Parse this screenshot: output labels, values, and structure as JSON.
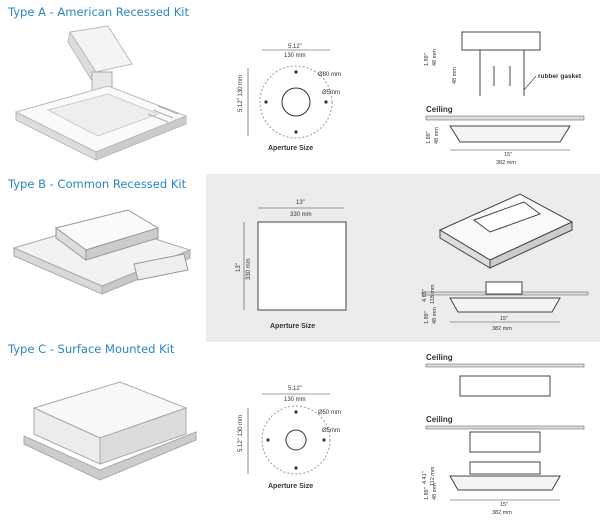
{
  "sections": [
    {
      "title": "Type A - American Recessed Kit",
      "aperture": {
        "dim_in": "5.12\"",
        "dim_mm": "130 mm",
        "hole_label": "Ø80 mm",
        "small_hole_label": "Ø5mm",
        "side_in": "5.12\"",
        "side_mm": "130 mm",
        "caption": "Aperture Size"
      },
      "elevation": {
        "top_h_in": "1.89\"",
        "top_h_mm": "48 mm",
        "top_h2_mm": "48 mm",
        "gasket": "rubber gasket",
        "ceiling": "Ceiling",
        "lamp_h_in": "1.89\"",
        "lamp_h_mm": "48 mm",
        "width_in": "15\"",
        "width_mm": "382 mm"
      }
    },
    {
      "title": "Type B - Common Recessed Kit",
      "aperture": {
        "dim_in": "13\"",
        "dim_mm": "330 mm",
        "side_in": "13\"",
        "side_mm": "330 mm",
        "caption": "Aperture Size"
      },
      "elevation": {
        "h1_in": "4.65\"",
        "h1_mm": "118 mm",
        "h2_in": "1.89\"",
        "h2_mm": "48 mm",
        "width_in": "15\"",
        "width_mm": "382 mm"
      }
    },
    {
      "title": "Type C - Surface Mounted Kit",
      "aperture": {
        "dim_in": "5.12\"",
        "dim_mm": "130 mm",
        "hole_label": "Ø50 mm",
        "small_hole_label": "Ø5mm",
        "side_in": "5.12\"",
        "side_mm": "130 mm",
        "caption": "Aperture Size"
      },
      "elevation": {
        "ceiling_top": "Ceiling",
        "ceiling_bottom": "Ceiling",
        "h1_in": "4.41\"",
        "h1_mm": "112 mm",
        "h2_in": "1.89\"",
        "h2_mm": "48 mm",
        "width_in": "15\"",
        "width_mm": "382 mm"
      }
    }
  ]
}
